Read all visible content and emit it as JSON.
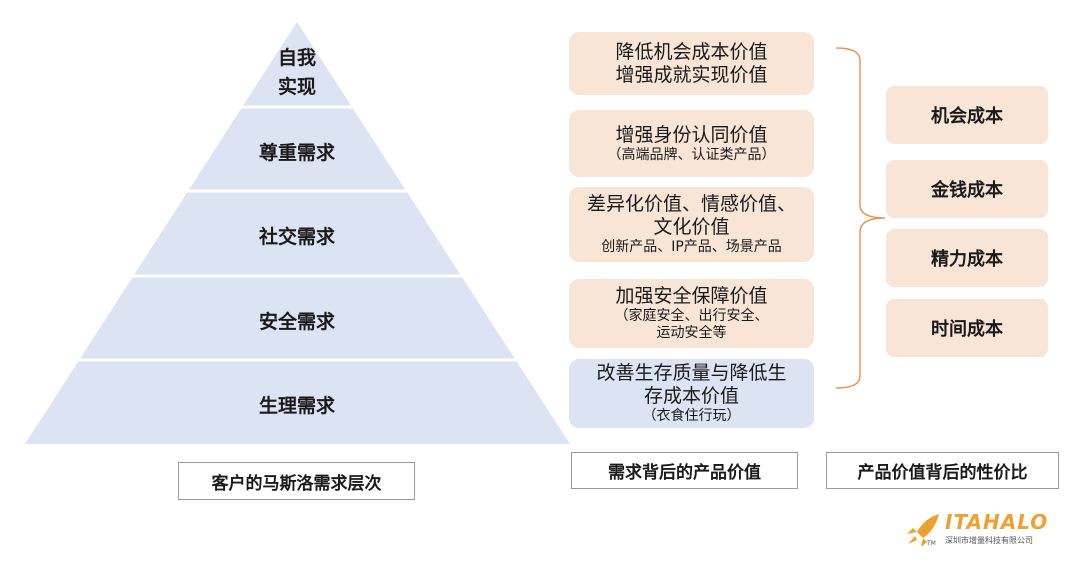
{
  "pyramid": {
    "levels": [
      "自我\n实现",
      "尊重需求",
      "社交需求",
      "安全需求",
      "生理需求"
    ],
    "label": "客户的马斯洛需求层次"
  },
  "values": {
    "label": "需求背后的产品价值",
    "boxes": [
      {
        "main": [
          "降低机会成本价值",
          "增强成就实现价值"
        ],
        "sub": []
      },
      {
        "main": [
          "增强身份认同价值"
        ],
        "sub": [
          "（高端品牌、认证类产品）"
        ]
      },
      {
        "main": [
          "差异化价值、情感价值、",
          "文化价值"
        ],
        "sub": [
          "创新产品、IP产品、场景产品"
        ]
      },
      {
        "main": [
          "加强安全保障价值"
        ],
        "sub": [
          "（家庭安全、出行安全、",
          "运动安全等"
        ]
      },
      {
        "main": [
          "改善生存质量与降低生",
          "存成本价值"
        ],
        "sub": [
          "（衣食住行玩）"
        ]
      }
    ]
  },
  "costs": {
    "label": "产品价值背后的性价比",
    "items": [
      "机会成本",
      "金钱成本",
      "精力成本",
      "时间成本"
    ]
  },
  "logo": {
    "name": "ITAHALO",
    "company": "深圳市增量科技有限公司",
    "tm": "TM"
  },
  "colors": {
    "pyramid": "#dce3f2",
    "peach": "#f8e5d6",
    "blue": "#dce3f2",
    "bracket": "#e8975a",
    "logo": "#f0a030"
  }
}
